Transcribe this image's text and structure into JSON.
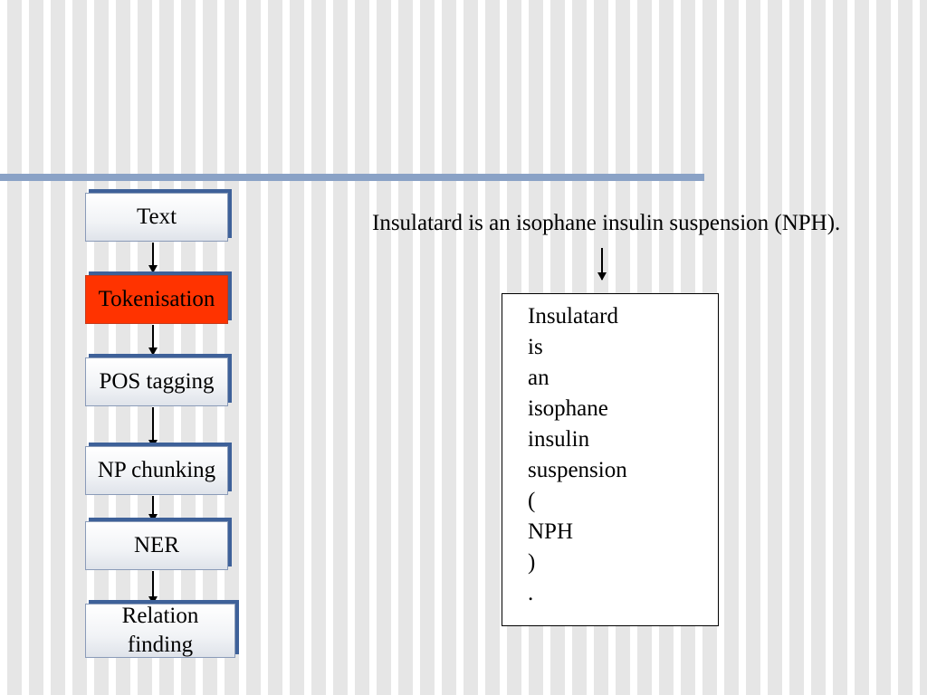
{
  "pipeline": {
    "stages": [
      {
        "label": "Text",
        "active": false
      },
      {
        "label": "Tokenisation",
        "active": true
      },
      {
        "label": "POS tagging",
        "active": false
      },
      {
        "label": "NP chunking",
        "active": false
      },
      {
        "label": "NER",
        "active": false
      },
      {
        "label": "Relation finding",
        "active": false
      }
    ]
  },
  "example": {
    "sentence": "Insulatard is an isophane insulin suspension (NPH).",
    "tokens": [
      "Insulatard",
      "is",
      "an",
      "isophane",
      "insulin",
      "suspension",
      "(",
      "NPH",
      ")",
      "."
    ]
  },
  "colors": {
    "active_stage": "#ff3300",
    "stage_shadow": "#3e6199",
    "top_rule": "#8aa2c6"
  }
}
